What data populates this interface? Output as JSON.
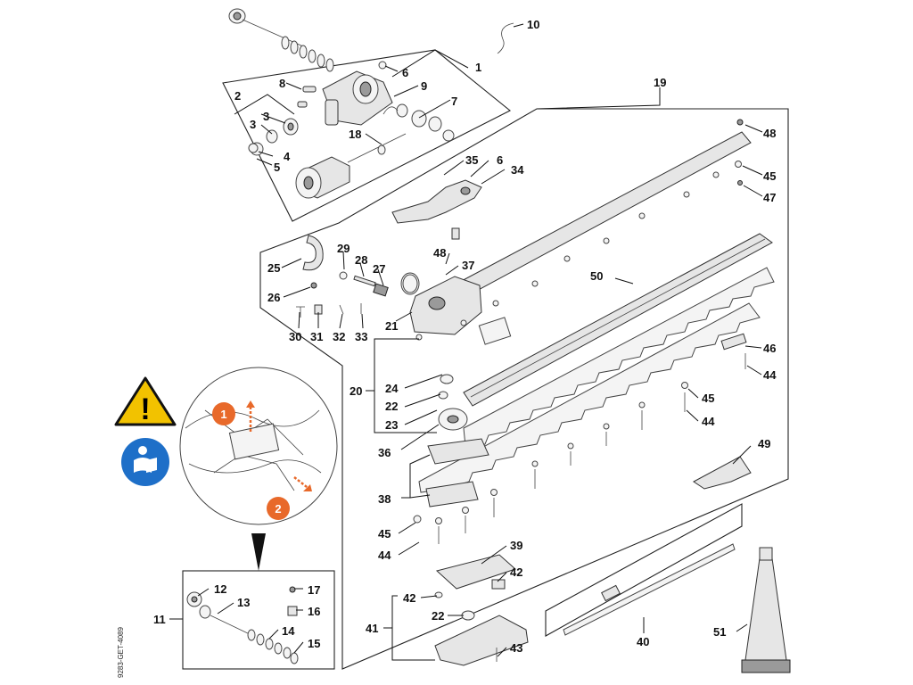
{
  "diagram": {
    "side_code": "9283-GET-4089",
    "callouts": [
      "1",
      "2",
      "3",
      "3",
      "4",
      "5",
      "6",
      "6",
      "7",
      "8",
      "9",
      "10",
      "11",
      "12",
      "13",
      "14",
      "15",
      "16",
      "17",
      "18",
      "19",
      "20",
      "21",
      "22",
      "22",
      "23",
      "24",
      "25",
      "26",
      "27",
      "28",
      "29",
      "30",
      "31",
      "32",
      "33",
      "34",
      "35",
      "36",
      "37",
      "38",
      "39",
      "40",
      "41",
      "42",
      "42",
      "43",
      "44",
      "44",
      "44",
      "45",
      "45",
      "45",
      "46",
      "47",
      "48",
      "48",
      "49",
      "50",
      "51"
    ],
    "inset": {
      "step_1": "1",
      "step_2": "2",
      "warning_mark": "!"
    },
    "colors": {
      "warning_yellow": "#f2c200",
      "manual_blue": "#1e6fc8",
      "step_orange": "#e8692a"
    },
    "icons": [
      "warning-triangle-icon",
      "read-manual-icon",
      "arrow-up-icon",
      "arrow-down-right-icon"
    ]
  }
}
